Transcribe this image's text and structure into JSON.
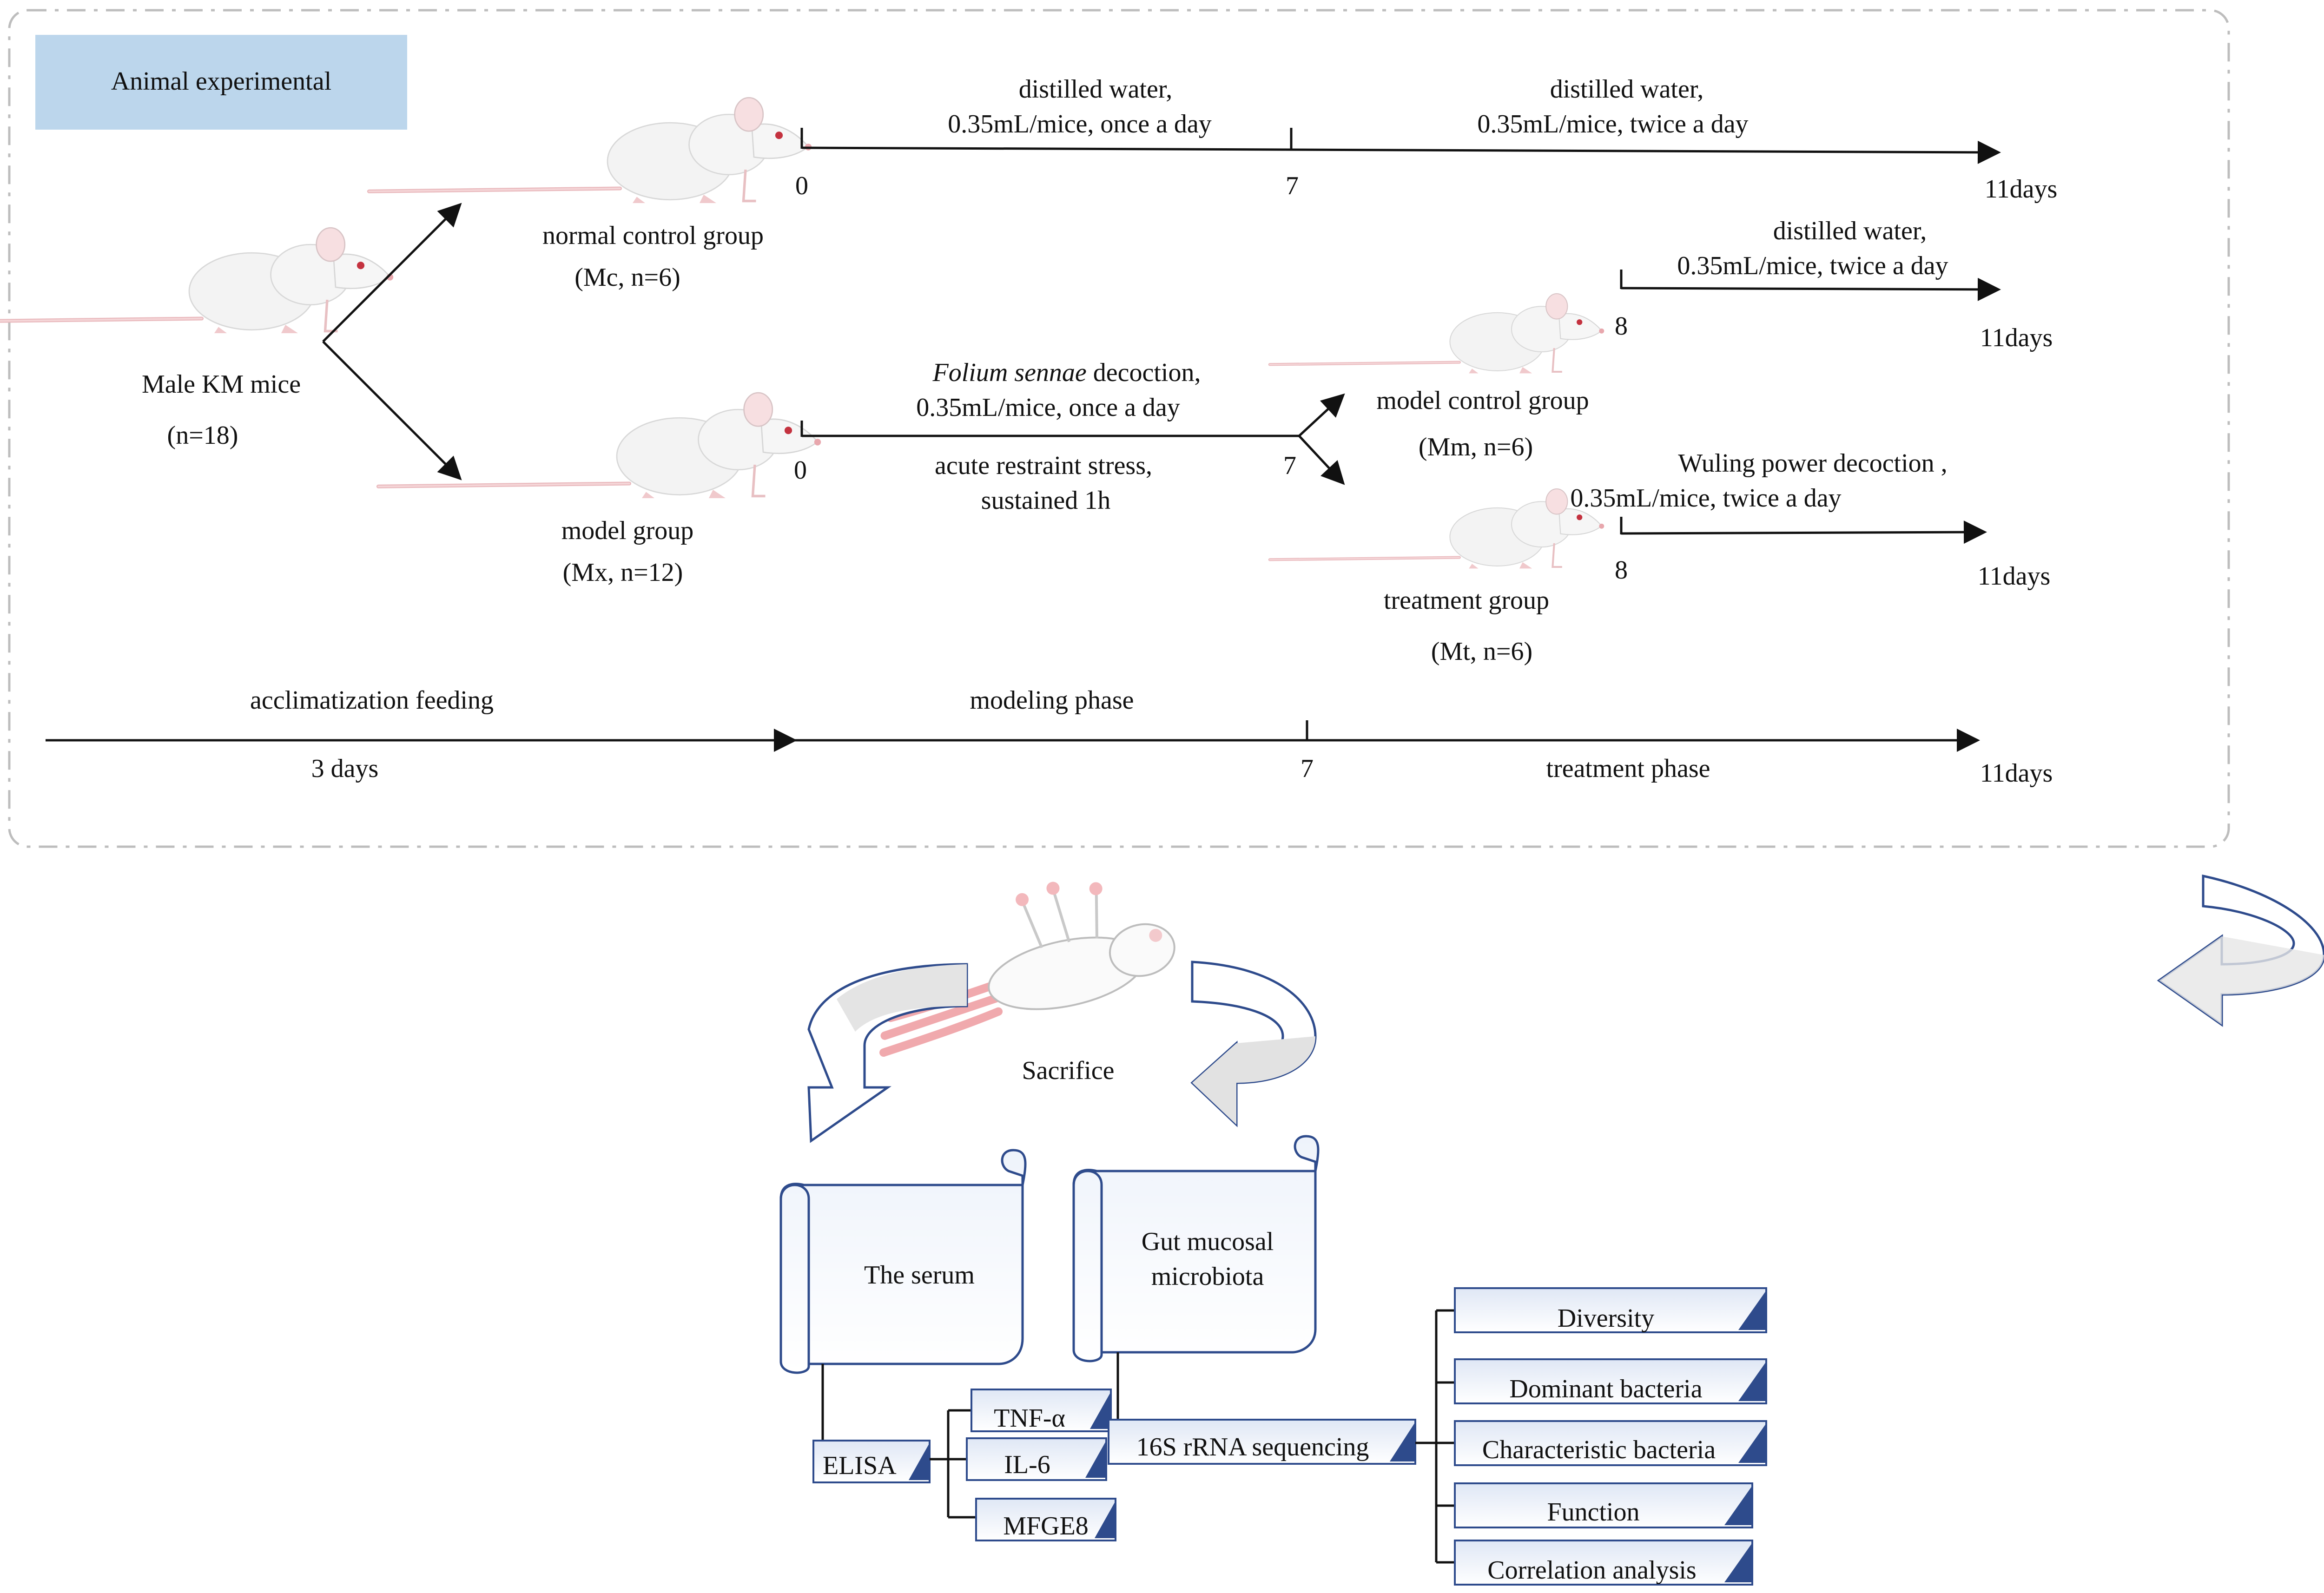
{
  "panel_title": "Animal experimental",
  "colors": {
    "title_box": "#bcd6ec",
    "panel_border": "#bdbdbd",
    "box_stroke": "#3a5ea8",
    "box_fill_top": "#eef3fb",
    "arrow_fill": "#ffffff",
    "rat_body": "#f2f2f2"
  },
  "icons": [
    "mouse-icon",
    "sacrificed-mouse-icon",
    "curved-arrow-icon",
    "scroll-box-icon",
    "tag-box-icon"
  ],
  "source": {
    "label": "Male KM mice",
    "n": "(n=18)"
  },
  "groups": {
    "normal": {
      "label": "normal control group",
      "n": "(Mc, n=6)"
    },
    "model": {
      "label": "model group",
      "n": "(Mx, n=12)"
    },
    "model_control": {
      "label": "model control group",
      "n": "(Mm, n=6)"
    },
    "treatment": {
      "label": "treatment group",
      "n": "(Mt, n=6)"
    }
  },
  "timelines": {
    "normal": {
      "seg1_line1": "distilled water,",
      "seg1_line2": "0.35mL/mice, once a day",
      "seg2_line1": "distilled water,",
      "seg2_line2": "0.35mL/mice, twice a day",
      "t0": "0",
      "t1": "7",
      "t_end": "11days"
    },
    "model": {
      "above_italic": "Folium sennae",
      "above_rest": " decoction,",
      "above_line2": "0.35mL/mice, once a day",
      "below_line1": "acute restraint stress,",
      "below_line2": "sustained 1h",
      "t0": "0",
      "t1": "7"
    },
    "model_control": {
      "line1": "distilled water,",
      "line2": "0.35mL/mice, twice a day",
      "t0": "8",
      "t_end": "11days"
    },
    "treatment": {
      "line1": "Wuling power decoction ,",
      "line2": "0.35mL/mice, twice a day",
      "t0": "8",
      "t_end": "11days"
    },
    "overall": {
      "acclimatization": "acclimatization feeding",
      "acclimatization_days": "3 days",
      "modeling": "modeling phase",
      "t_mid": "7",
      "treatment_phase": "treatment phase",
      "t_end": "11days"
    }
  },
  "analysis": {
    "sacrifice": "Sacrifice",
    "serum": "The serum",
    "gut_line1": "Gut mucosal",
    "gut_line2": "microbiota",
    "elisa": "ELISA",
    "elisa_items": [
      "TNF-α",
      "IL-6",
      "MFGE8"
    ],
    "sequencing": "16S rRNA sequencing",
    "seq_items": [
      "Diversity",
      "Dominant bacteria",
      "Characteristic bacteria",
      "Function",
      "Correlation analysis"
    ]
  }
}
